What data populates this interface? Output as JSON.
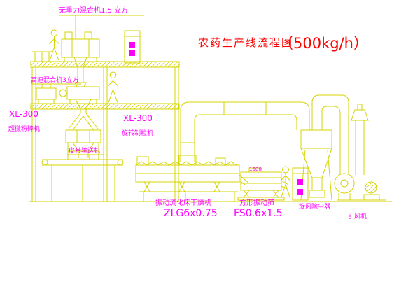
{
  "title": {
    "text": "农药生产线流程图",
    "capacity": "（500kg/h）"
  },
  "labels": {
    "gravity_mixer": "无重力混合机1.5 立方",
    "high_speed_mixer": "高速混合机3立方",
    "left_model": "XL-300",
    "left_machine": "超微粉碎机",
    "mid_model": "XL-300",
    "mid_machine": "旋转制粒机",
    "belt_conveyor": "皮带输送机",
    "dryer_name": "振动流化床干燥机",
    "dryer_model": "ZLG6x0.75",
    "screen_name": "方形振动筛",
    "screen_model": "FS0.6x1.5",
    "screen_dim": "1500",
    "cyclone": "旋风除尘器",
    "fan": "引风机"
  },
  "colors": {
    "line": "#d4d400",
    "label": "#ff00ff",
    "title": "#ff0000",
    "background": "#ffffff"
  }
}
